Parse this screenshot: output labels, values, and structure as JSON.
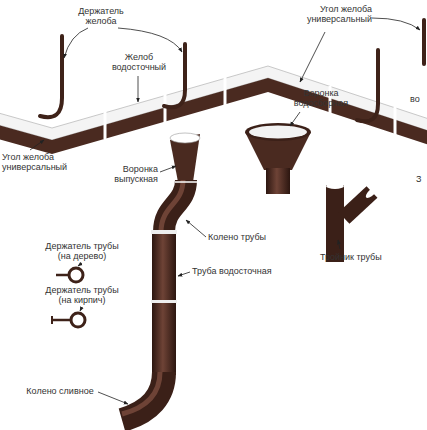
{
  "diagram": {
    "labels": [
      "Держатель желоба",
      "Угол желоба универсальный",
      "Желоб водосточный",
      "во",
      "Воронка водосборная",
      "Угол желоба универсальный",
      "Воронка выпускная",
      "З",
      "Колено трубы",
      "Держатель трубы (на дерево)",
      "Тройник трубы",
      "Труба водосточная",
      "Держатель трубы (на кирпич)",
      "Колено сливное"
    ]
  }
}
